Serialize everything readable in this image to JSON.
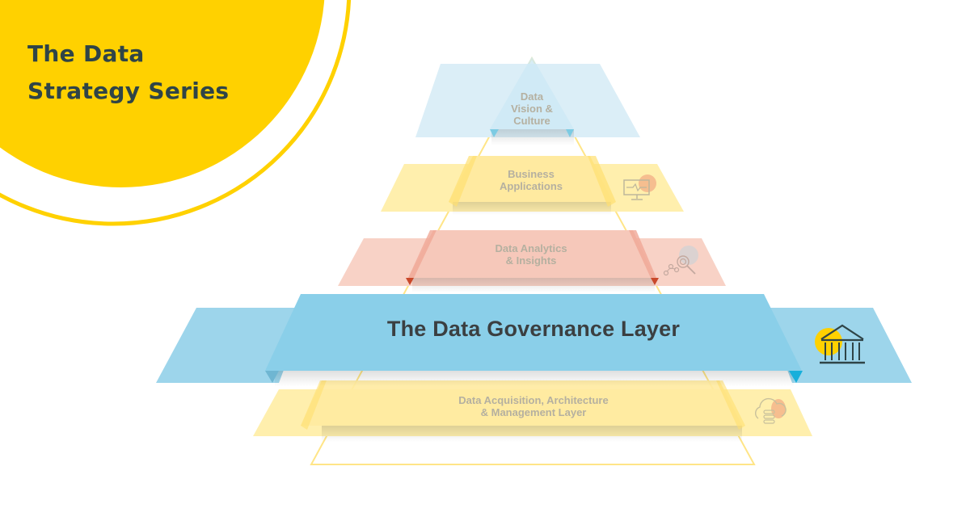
{
  "title": {
    "line1": "The Data",
    "line2": "Strategy Series"
  },
  "colors": {
    "brand_yellow": "#ffd100",
    "title_text": "#2f4447",
    "blue_light": "#dbeef7",
    "blue_gov": "#8acfe9",
    "blue_gov_side": "#9dd5eb",
    "blue_accent": "#17afdb",
    "yellow_layer": "#ffefad",
    "yellow_edge": "#ffe27a",
    "red_layer": "#f8d2c6",
    "red_accent": "#c9482a",
    "label_muted": "#b5b0a0",
    "gov_text": "#3b3f41"
  },
  "pyramid": {
    "layers": [
      {
        "id": "vision",
        "line1": "Data",
        "line2": "Vision &",
        "line3": "Culture",
        "icon": "none"
      },
      {
        "id": "business",
        "line1": "Business",
        "line2": "Applications",
        "icon": "monitor-pulse-icon"
      },
      {
        "id": "analytics",
        "line1": "Data Analytics",
        "line2": "& Insights",
        "icon": "analytics-magnifier-icon"
      },
      {
        "id": "governance",
        "label": "The Data Governance Layer",
        "icon": "bank-building-icon",
        "highlighted": true
      },
      {
        "id": "acquisition",
        "line1": "Data Acquisition, Architecture",
        "line2": "& Management Layer",
        "icon": "cloud-database-icon"
      }
    ]
  }
}
